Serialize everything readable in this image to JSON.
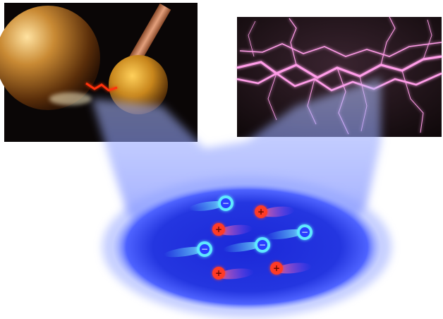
{
  "scene": {
    "colors": {
      "background": "#ffffff",
      "panel_dark": "#0a0606",
      "lightning_panel": "#1a0f12",
      "sphere_gold": "#d4952e",
      "spark": "#ff3010",
      "lightning": "#ff9de8",
      "beam": "#7a8cff",
      "plasma_disc": "#1e2fd6",
      "electron": "#5fe8ff",
      "ion": "#ff3a28"
    },
    "electron_glyph": "−",
    "ion_glyph": "+",
    "particles": [
      {
        "kind": "electron",
        "name": "electron-1"
      },
      {
        "kind": "ion",
        "name": "ion-1"
      },
      {
        "kind": "ion",
        "name": "ion-2"
      },
      {
        "kind": "electron",
        "name": "electron-2"
      },
      {
        "kind": "electron",
        "name": "electron-3"
      },
      {
        "kind": "electron",
        "name": "electron-4"
      },
      {
        "kind": "ion",
        "name": "ion-3"
      },
      {
        "kind": "ion",
        "name": "ion-4"
      }
    ]
  }
}
